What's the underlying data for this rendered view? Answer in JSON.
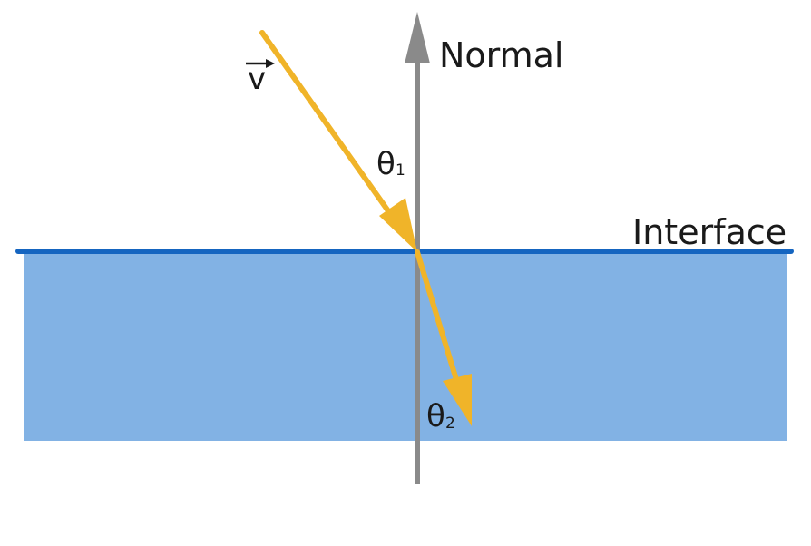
{
  "labels": {
    "normal": "Normal",
    "interface": "Interface",
    "vector": "v",
    "theta1_symbol": "θ",
    "theta1_sub": "1",
    "theta2_symbol": "θ",
    "theta2_sub": "2"
  },
  "colors": {
    "medium_fill": "#82b2e4",
    "interface_line": "#1565c0",
    "normal_line": "#8a8a8a",
    "ray": "#f0b429",
    "text": "#1a1a1a"
  }
}
